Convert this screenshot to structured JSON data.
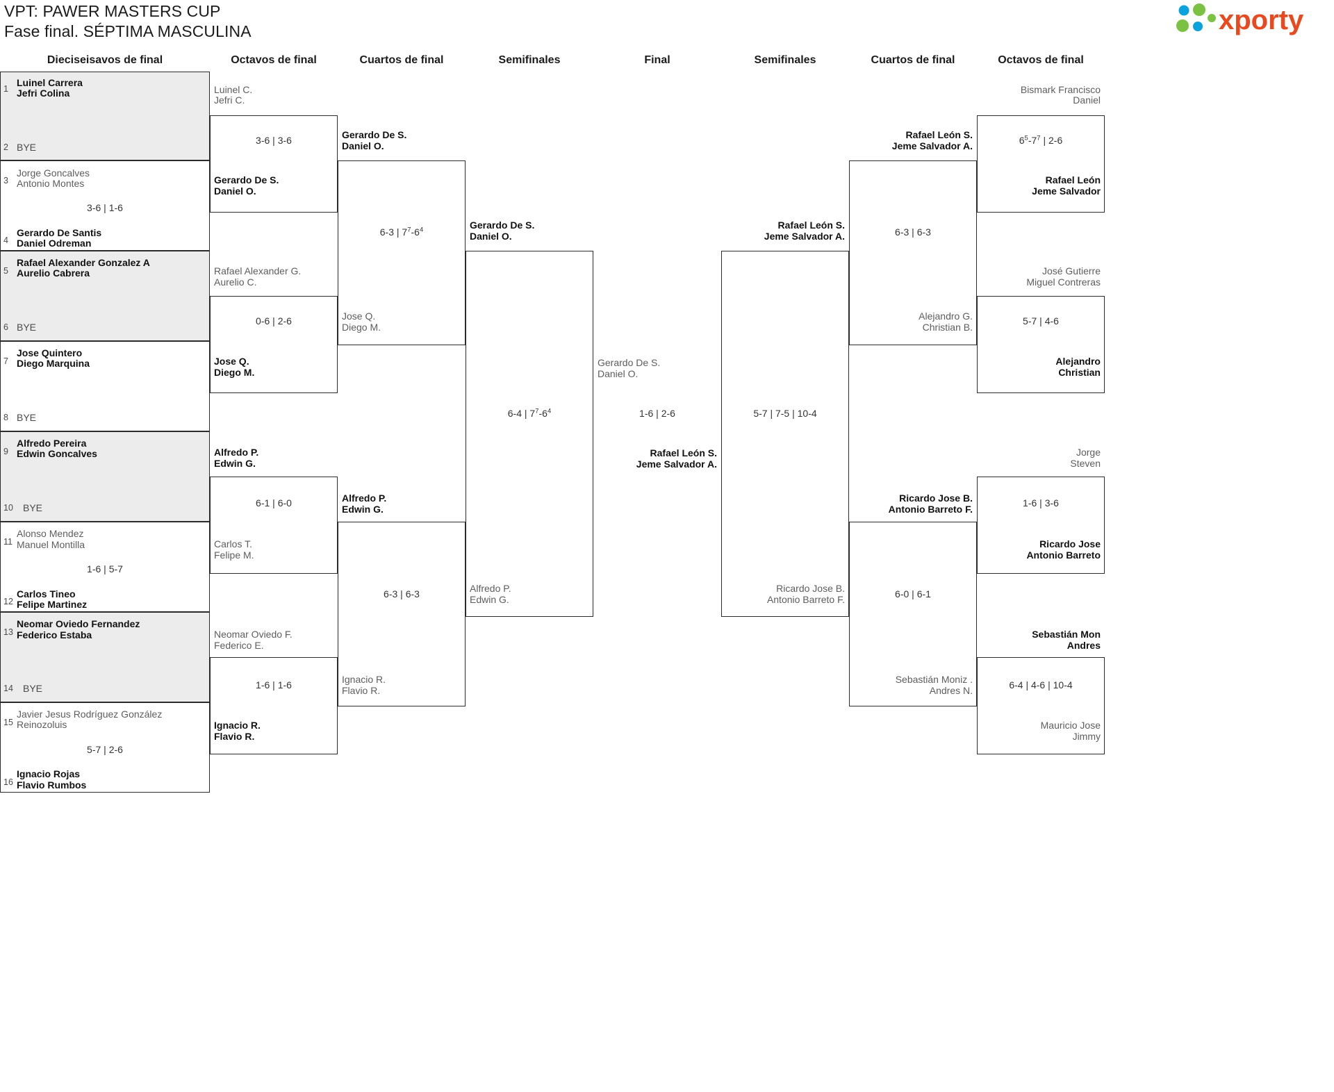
{
  "header": {
    "title_line1": "VPT: PAWER MASTERS CUP",
    "title_line2": "Fase final. SÉPTIMA MASCULINA",
    "logo_text": "xporty",
    "logo_colors": {
      "dots_blue": "#0aa3dd",
      "dots_green": "#7cc242",
      "wordmark": "#e8491f"
    }
  },
  "rounds": {
    "left": [
      {
        "key": "r16l",
        "label": "Dieciseisavos de final"
      },
      {
        "key": "r8l",
        "label": "Octavos de final"
      },
      {
        "key": "qfl",
        "label": "Cuartos de final"
      },
      {
        "key": "sfl",
        "label": "Semifinales"
      }
    ],
    "final": {
      "key": "final",
      "label": "Final"
    },
    "right": [
      {
        "key": "sfr",
        "label": "Semifinales"
      },
      {
        "key": "qfr",
        "label": "Cuartos de final"
      },
      {
        "key": "r8r",
        "label": "Octavos de final"
      }
    ]
  },
  "seeds": [
    {
      "n": "1",
      "p1": "Luinel Carrera",
      "p2": "Jefri Colina",
      "state": "win"
    },
    {
      "n": "2",
      "p1": "BYE",
      "p2": "",
      "state": "bye"
    },
    {
      "n": "3",
      "p1": "Jorge Goncalves",
      "p2": "Antonio Montes",
      "state": "lose"
    },
    {
      "n": "4",
      "p1": "Gerardo De Santis",
      "p2": "Daniel Odreman",
      "state": "win"
    },
    {
      "n": "5",
      "p1": "Rafael Alexander Gonzalez A",
      "p2": "Aurelio Cabrera",
      "state": "win"
    },
    {
      "n": "6",
      "p1": "BYE",
      "p2": "",
      "state": "bye"
    },
    {
      "n": "7",
      "p1": "Jose Quintero",
      "p2": "Diego Marquina",
      "state": "win"
    },
    {
      "n": "8",
      "p1": "BYE",
      "p2": "",
      "state": "bye"
    },
    {
      "n": "9",
      "p1": "Alfredo Pereira",
      "p2": "Edwin Goncalves",
      "state": "win"
    },
    {
      "n": "10",
      "p1": "BYE",
      "p2": "",
      "state": "bye"
    },
    {
      "n": "11",
      "p1": "Alonso Mendez",
      "p2": "Manuel Montilla",
      "state": "lose"
    },
    {
      "n": "12",
      "p1": "Carlos Tineo",
      "p2": "Felipe Martinez",
      "state": "win"
    },
    {
      "n": "13",
      "p1": "Neomar Oviedo Fernandez",
      "p2": "Federico Estaba",
      "state": "win"
    },
    {
      "n": "14",
      "p1": "BYE",
      "p2": "",
      "state": "bye"
    },
    {
      "n": "15",
      "p1": "Javier Jesus Rodríguez González",
      "p2": "Reinozoluis",
      "state": "lose"
    },
    {
      "n": "16",
      "p1": "Ignacio Rojas",
      "p2": "Flavio Rumbos",
      "state": "win"
    }
  ],
  "r16_scores": [
    {
      "id": "s1",
      "text": "3-6 | 1-6"
    },
    {
      "id": "s2",
      "text": "1-6 | 5-7"
    },
    {
      "id": "s3",
      "text": "5-7 | 2-6"
    }
  ],
  "left_r8": [
    {
      "id": "l8a",
      "p1": "Luinel C.",
      "p2": "Jefri C.",
      "state": "lose",
      "score": "3-6 | 3-6"
    },
    {
      "id": "l8b",
      "p1": "Gerardo De S.",
      "p2": "Daniel O.",
      "state": "win",
      "score": ""
    },
    {
      "id": "l8c",
      "p1": "Rafael Alexander G.",
      "p2": "Aurelio C.",
      "state": "lose",
      "score": "0-6 | 2-6"
    },
    {
      "id": "l8d",
      "p1": "Jose Q.",
      "p2": "Diego M.",
      "state": "win",
      "score": ""
    },
    {
      "id": "l8e",
      "p1": "Alfredo P.",
      "p2": "Edwin G.",
      "state": "win",
      "score": "6-1 | 6-0"
    },
    {
      "id": "l8f",
      "p1": "Carlos T.",
      "p2": "Felipe M.",
      "state": "lose",
      "score": ""
    },
    {
      "id": "l8g",
      "p1": "Neomar Oviedo F.",
      "p2": "Federico E.",
      "state": "lose",
      "score": "1-6 | 1-6"
    },
    {
      "id": "l8h",
      "p1": "Ignacio R.",
      "p2": "Flavio R.",
      "state": "win",
      "score": ""
    }
  ],
  "left_qf": [
    {
      "id": "lqa",
      "p1": "Gerardo De S.",
      "p2": "Daniel O.",
      "state": "win",
      "score_html": "6-3 | 7<sup>7</sup>-6<sup>4</sup>"
    },
    {
      "id": "lqb",
      "p1": "Jose Q.",
      "p2": "Diego M.",
      "state": "lose",
      "score_html": ""
    },
    {
      "id": "lqc",
      "p1": "Alfredo P.",
      "p2": "Edwin G.",
      "state": "win",
      "score_html": "6-3 | 6-3"
    },
    {
      "id": "lqd",
      "p1": "Ignacio R.",
      "p2": "Flavio R.",
      "state": "lose",
      "score_html": ""
    }
  ],
  "left_sf": [
    {
      "id": "lsa",
      "p1": "Gerardo De S.",
      "p2": "Daniel O.",
      "state": "win",
      "score_html": "6-4 | 7<sup>7</sup>-6<sup>4</sup>"
    },
    {
      "id": "lsb",
      "p1": "Alfredo P.",
      "p2": "Edwin G.",
      "state": "lose",
      "score_html": ""
    }
  ],
  "final": {
    "left_side": {
      "p1": "Gerardo De S.",
      "p2": "Daniel O.",
      "state": "lose"
    },
    "right_side": {
      "p1": "Rafael León S.",
      "p2": "Jeme Salvador A.",
      "state": "win"
    },
    "score": "1-6 | 2-6"
  },
  "right_sf": [
    {
      "id": "rsa",
      "p1": "Rafael León S.",
      "p2": "Jeme Salvador A.",
      "state": "win",
      "score": "5-7 | 7-5 | 10-4"
    },
    {
      "id": "rsb",
      "p1": "Ricardo Jose B.",
      "p2": "Antonio Barreto F.",
      "state": "lose",
      "score": ""
    }
  ],
  "right_qf": [
    {
      "id": "rqa",
      "p1": "Rafael León S.",
      "p2": "Jeme Salvador A.",
      "state": "win",
      "score": "6-3 | 6-3"
    },
    {
      "id": "rqb",
      "p1": "Alejandro G.",
      "p2": "Christian B.",
      "state": "lose",
      "score": ""
    },
    {
      "id": "rqc",
      "p1": "Ricardo Jose B.",
      "p2": "Antonio Barreto F.",
      "state": "win",
      "score": "6-0 | 6-1"
    },
    {
      "id": "rqd",
      "p1": "Sebastián Moniz .",
      "p2": "Andres N.",
      "state": "lose",
      "score": ""
    }
  ],
  "right_r8": [
    {
      "id": "r8a",
      "p1": "Bismark Francisco",
      "p2": "Daniel",
      "state": "lose",
      "score_html": "6<sup>5</sup>-7<sup>7</sup> | 2-6"
    },
    {
      "id": "r8b",
      "p1": "Rafael León",
      "p2": "Jeme Salvador",
      "state": "win",
      "score_html": ""
    },
    {
      "id": "r8c",
      "p1": "José Gutierre",
      "p2": "Miguel Contreras",
      "state": "lose",
      "score_html": "5-7 | 4-6"
    },
    {
      "id": "r8d",
      "p1": "Alejandro",
      "p2": "Christian",
      "state": "win",
      "score_html": ""
    },
    {
      "id": "r8e",
      "p1": "Jorge",
      "p2": "Steven",
      "state": "lose",
      "score_html": "1-6 | 3-6"
    },
    {
      "id": "r8f",
      "p1": "Ricardo Jose",
      "p2": "Antonio Barreto",
      "state": "win",
      "score_html": ""
    },
    {
      "id": "r8g",
      "p1": "Sebastián Mon",
      "p2": "Andres",
      "state": "win",
      "score_html": "6-4 | 4-6 | 10-4"
    },
    {
      "id": "r8h",
      "p1": "Mauricio Jose",
      "p2": "Jimmy",
      "state": "lose",
      "score_html": ""
    }
  ]
}
